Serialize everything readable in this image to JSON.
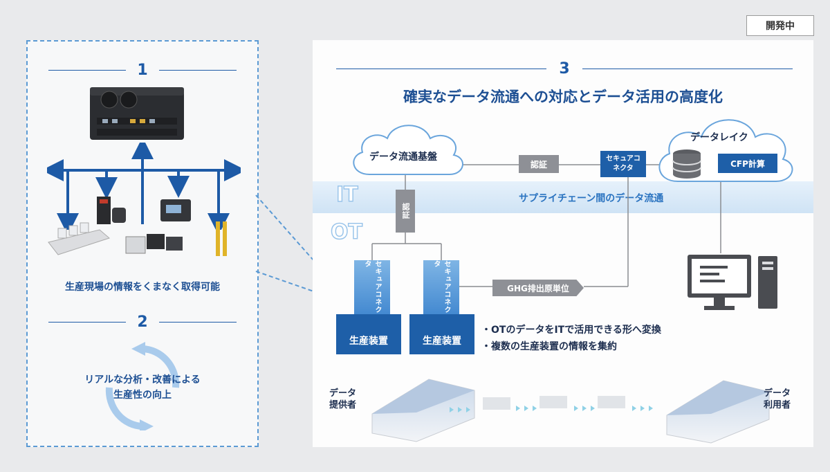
{
  "badge": "開発中",
  "left": {
    "step1": {
      "number": "1",
      "caption": "生産現場の情報をくまなく取得可能"
    },
    "step2": {
      "number": "2",
      "caption_line1": "リアルな分析・改善による",
      "caption_line2": "生産性の向上"
    }
  },
  "main": {
    "number": "3",
    "title": "確実なデータ流通への対応とデータ活用の高度化",
    "cloud_left": "データ流通基盤",
    "cloud_right": "データレイク",
    "auth_h": "認証",
    "auth_v": "認証",
    "secure_top": "セキュアコネクタ",
    "cfp": "CFP計算",
    "it_label": "IT",
    "ot_label": "OT",
    "supply_chain": "サプライチェーン間のデータ流通",
    "secure_v1": "セキュアコネクタ",
    "secure_v2": "セキュアコネクタ",
    "device1": "生産装置",
    "device2": "生産装置",
    "ghg": "GHG排出原単位",
    "bullet1": "・OTのデータをITで活用できる形へ変換",
    "bullet2": "・複数の生産装置の情報を集約",
    "provider_line1": "データ",
    "provider_line2": "提供者",
    "user_line1": "データ",
    "user_line2": "利用者"
  },
  "colors": {
    "accent": "#1e5fa8",
    "dashed": "#5b9ad4",
    "grey_box": "#8e9096"
  },
  "icons": [
    "edge-controller-icon",
    "arrow-network-icon",
    "factory-devices-icon",
    "cycle-arrows-icon",
    "cloud-icon",
    "database-icon",
    "desktop-computer-icon",
    "truck-icon"
  ]
}
